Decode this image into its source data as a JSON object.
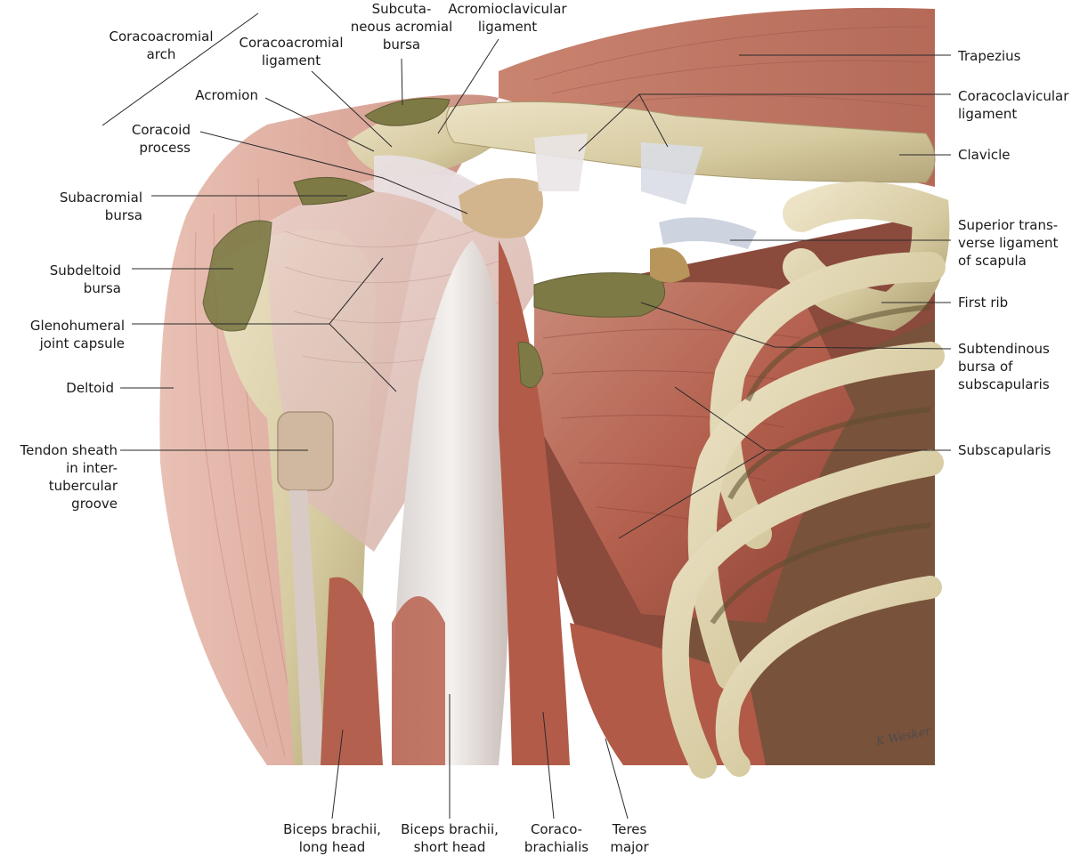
{
  "labels": {
    "coracoacromial_arch": "Coracoacromial\narch",
    "coracoacromial_ligament": "Coracoacromial\nligament",
    "subcutaneous_acromial_bursa": "Subcuta-\nneous acromial\nbursa",
    "acromioclavicular_ligament": "Acromioclavicular\nligament",
    "acromion": "Acromion",
    "coracoid_process": "Coracoid\nprocess",
    "subacromial_bursa": "Subacromial\nbursa",
    "subdeltoid_bursa": "Subdeltoid\nbursa",
    "glenohumeral_joint_capsule": "Glenohumeral\njoint capsule",
    "deltoid": "Deltoid",
    "tendon_sheath": "Tendon sheath\nin inter-\ntubercular\ngroove",
    "trapezius": "Trapezius",
    "coracoclavicular_ligament": "Coracoclavicular\nligament",
    "clavicle": "Clavicle",
    "superior_transverse_ligament": "Superior trans-\nverse ligament\nof scapula",
    "first_rib": "First rib",
    "subtendinous_bursa": "Subtendinous\nbursa of\nsubscapularis",
    "subscapularis": "Subscapularis",
    "biceps_long_head": "Biceps brachii,\nlong head",
    "biceps_short_head": "Biceps brachii,\nshort head",
    "coracobrachialis": "Coraco-\nbrachialis",
    "teres_major": "Teres\nmajor"
  },
  "signature": "K Wesker"
}
